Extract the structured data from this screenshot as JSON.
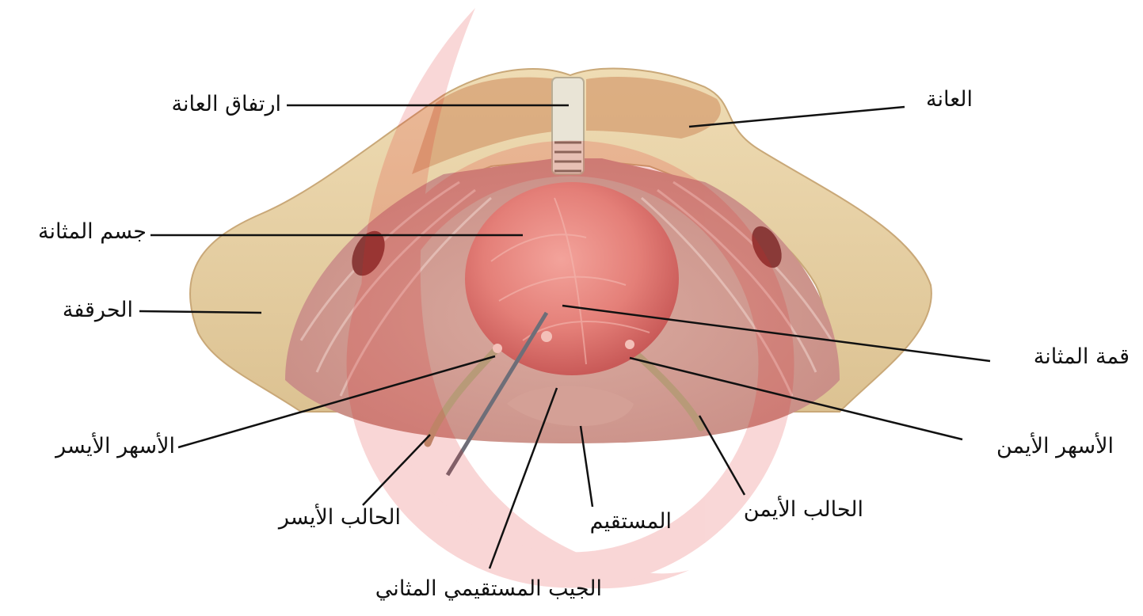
{
  "labels": {
    "pubic_symphysis": "ارتفاق العانة",
    "pubis": "العانة",
    "bladder_body": "جسم المثانة",
    "ilium": "الحرقفة",
    "bladder_apex": "قمة المثانة",
    "left_ureter_opening": "الأسهر الأيسر",
    "right_ureter_opening": "الأسهر الأيمن",
    "left_ureter": "الحالب الأيسر",
    "rectum": "المستقيم",
    "right_ureter": "الحالب الأيمن",
    "rectovesical_pouch": "الجيب المستقيمي المثاني"
  },
  "colors": {
    "bone": "#e8d3a6",
    "bone_shadow": "#c9a878",
    "muscle": "#c96a6a",
    "bladder": "#e47f78",
    "watermark": "#e02020"
  }
}
